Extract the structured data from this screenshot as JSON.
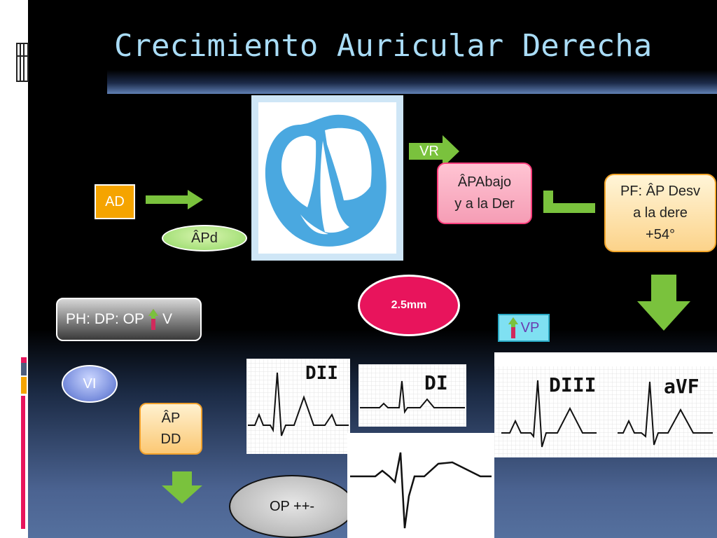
{
  "title": "Crecimiento Auricular Derecha",
  "nodes": {
    "ad": "AD",
    "apd": "ÂPd",
    "vr": "VR",
    "apabajo_line1": "ÂPAbajo",
    "apabajo_line2": "y a la Der",
    "pf_line1": "PF: ÂP Desv",
    "pf_line2": "a la dere",
    "pf_line3": "+54°",
    "measure": "2.5mm",
    "ph_prefix": "PH: DP: OP",
    "ph_suffix": "V",
    "vp": "VP",
    "vi": "VI",
    "apdd_line1": "ÂP",
    "apdd_line2": "DD",
    "op": "OP ++-"
  },
  "ecg_labels": {
    "dii": "DII",
    "di": "DI",
    "diii": "DIII",
    "avf": "aVF"
  },
  "colors": {
    "title": "#a9dcf6",
    "green_arrow": "#7ac23d",
    "heart": "#4aa8e0",
    "accent_pink": "#e8145c"
  },
  "icons": {
    "heart_diagram": "heart-cross-section",
    "up_arrow": "red-green-up-arrow"
  }
}
